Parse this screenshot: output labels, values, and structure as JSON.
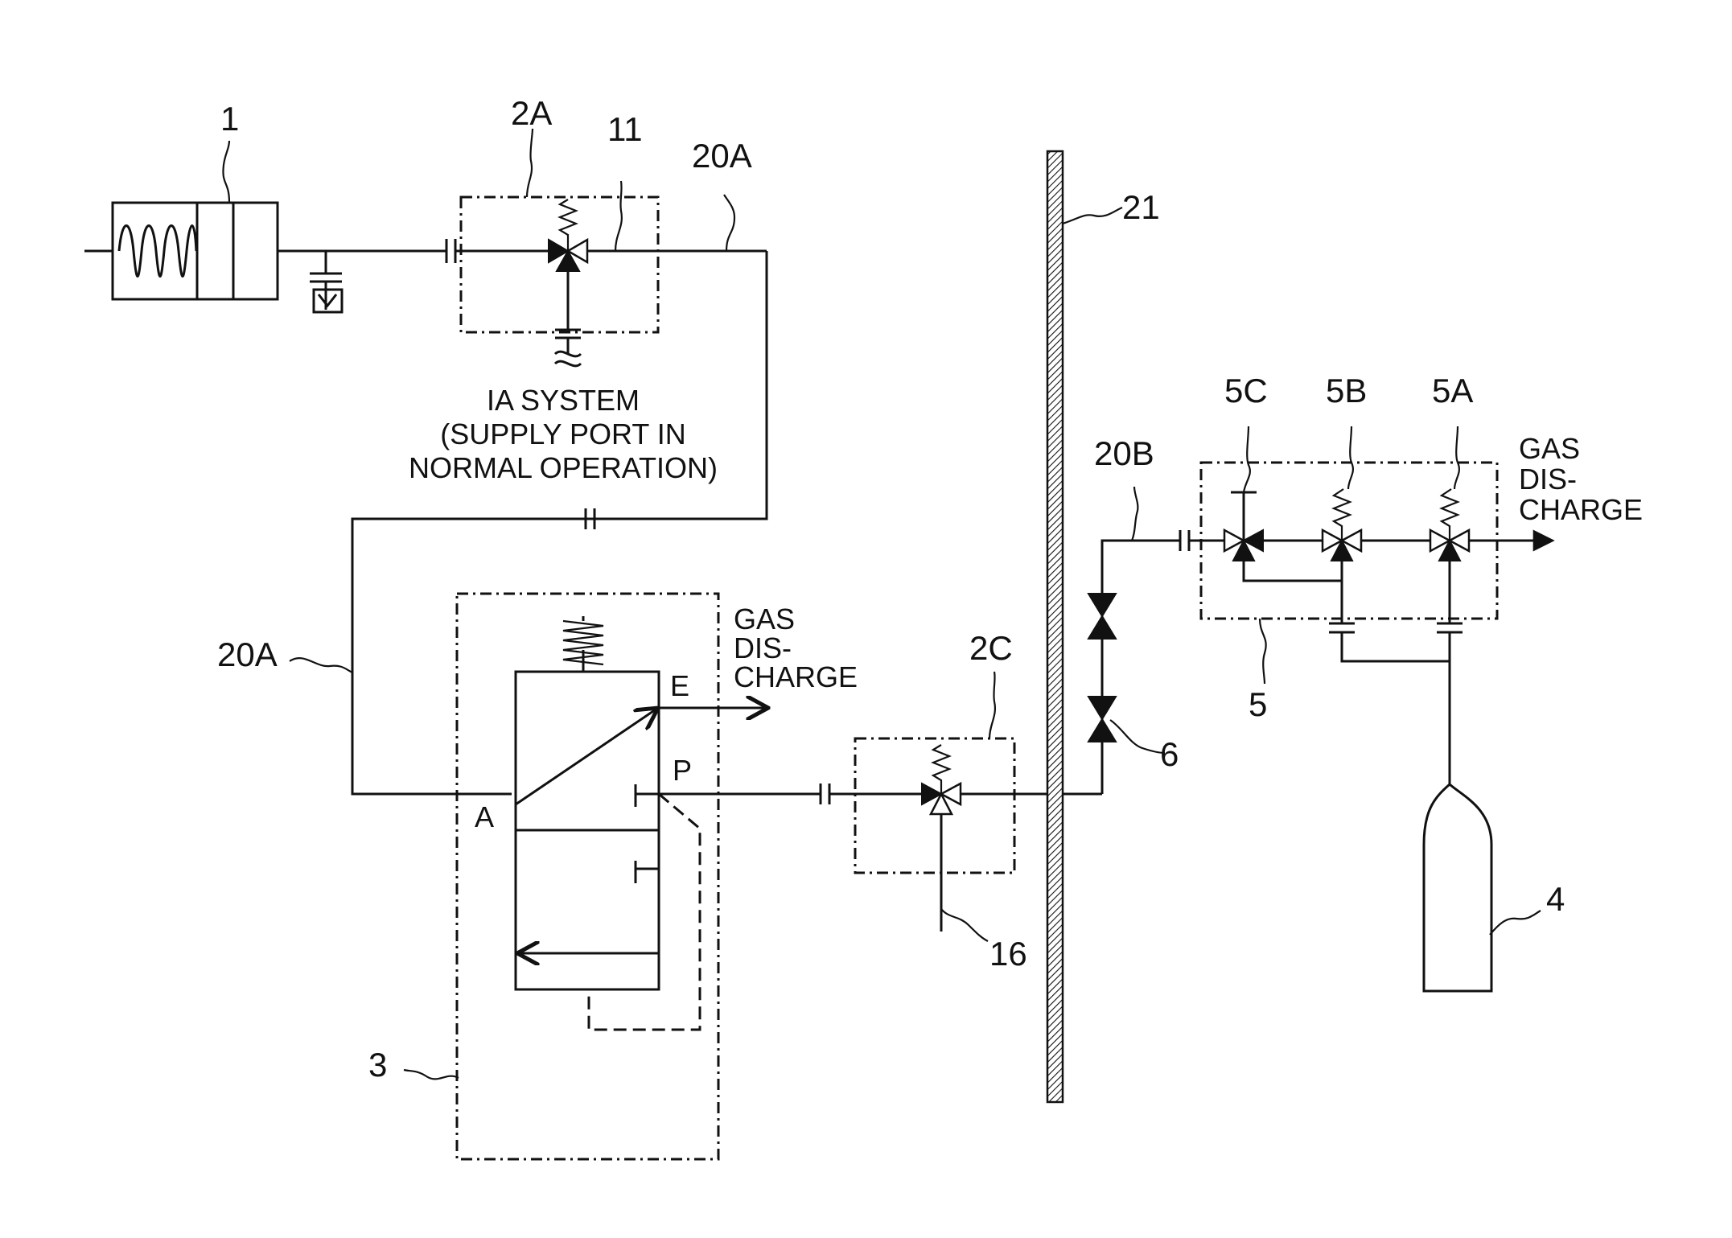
{
  "refs": {
    "r1": "1",
    "r2a": "2A",
    "r11": "11",
    "r20a_top": "20A",
    "r20a_left": "20A",
    "r21": "21",
    "r20b": "20B",
    "r5c": "5C",
    "r5b": "5B",
    "r5a": "5A",
    "r2c": "2C",
    "r6": "6",
    "r5": "5",
    "r4": "4",
    "r16": "16",
    "r3": "3"
  },
  "ports": {
    "a": "A",
    "e": "E",
    "p": "P"
  },
  "ia_system": {
    "line1": "IA SYSTEM",
    "line2": "(SUPPLY PORT IN",
    "line3": "NORMAL OPERATION)"
  },
  "gas_discharge_valve": {
    "line1": "GAS",
    "line2": "DIS-",
    "line3": "CHARGE"
  },
  "gas_discharge_right": {
    "line1": "GAS",
    "line2": "DIS-",
    "line3": "CHARGE"
  }
}
